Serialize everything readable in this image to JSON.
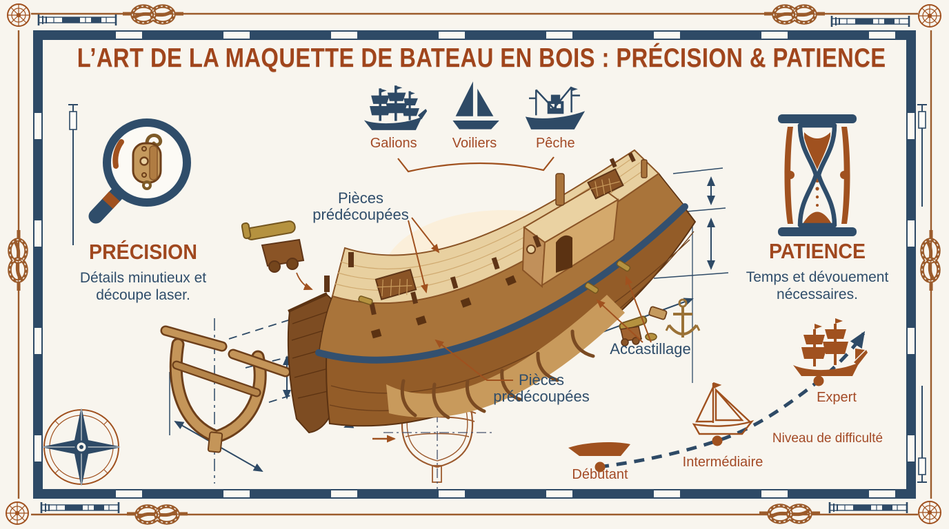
{
  "title": "L’ART DE LA MAQUETTE DE BATEAU EN BOIS : PRÉCISION & PATIENCE",
  "ship_types": {
    "items": [
      {
        "label": "Galions",
        "icon": "galleon-icon"
      },
      {
        "label": "Voiliers",
        "icon": "sailboat-icon"
      },
      {
        "label": "Pêche",
        "icon": "fishing-trawler-icon"
      }
    ]
  },
  "precision": {
    "icon": "magnifier-pulley-icon",
    "heading": "PRÉCISION",
    "description": "Détails minutieux et découpe laser."
  },
  "patience": {
    "icon": "hourglass-icon",
    "heading": "PATIENCE",
    "description": "Temps et dévouement nécessaires."
  },
  "callouts": {
    "precut_top_line1": "Pièces",
    "precut_top_line2": "prédécoupées",
    "precut_bottom_line1": "Pièces",
    "precut_bottom_line2": "prédécoupées",
    "fittings": "Accastillage"
  },
  "difficulty": {
    "axis_label": "Niveau de difficulté",
    "levels": [
      {
        "label": "Débutant",
        "icon": "beginner-hull-icon"
      },
      {
        "label": "Intermédiaire",
        "icon": "intermediate-sailboat-icon"
      },
      {
        "label": "Expert",
        "icon": "expert-galleon-icon"
      }
    ]
  },
  "decorations": {
    "icons": [
      "compass-rose-icon",
      "rope-knot-icon",
      "scale-ruler-icon",
      "plumb-line-icon"
    ]
  },
  "colors": {
    "navy": "#2e4a66",
    "rust": "#a0511f",
    "rope": "#9b5b2b",
    "background": "#f8f5ee",
    "wood_dark": "#7a4a22",
    "wood_mid": "#a9743a",
    "wood_light": "#e8d0a0",
    "wale_stripe": "#33506f"
  }
}
